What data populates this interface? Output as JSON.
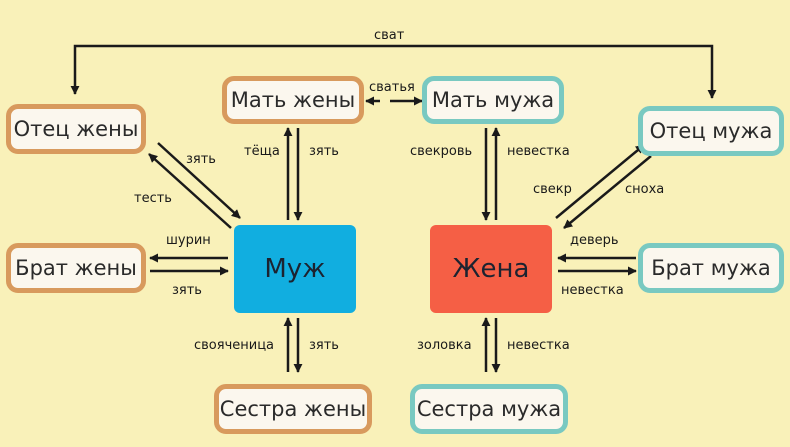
{
  "colors": {
    "background": "#f9f1b9",
    "wife_side_border": "#d89a5d",
    "husband_side_border": "#79c9c1",
    "husband_fill": "#11aee0",
    "wife_fill": "#f55f45",
    "arrow": "#1a1a1a"
  },
  "nodes": {
    "mat_zheny": "Мать жены",
    "mat_muzha": "Мать мужа",
    "otec_zheny": "Отец жены",
    "otec_muzha": "Отец мужа",
    "brat_zheny": "Брат жены",
    "brat_muzha": "Брат мужа",
    "muzh": "Муж",
    "zhena": "Жена",
    "sestra_zheny": "Сестра жены",
    "sestra_muzha": "Сестра мужа"
  },
  "relations": {
    "svat": "сват",
    "svatya": "сватья",
    "tyoshcha": "тёща",
    "zyat_mat": "зять",
    "svekrov": "свекровь",
    "nevestka_mat": "невестка",
    "zyat_otec": "зять",
    "test": "тесть",
    "svekr": "свекр",
    "snokha": "сноха",
    "shurin": "шурин",
    "zyat_brat": "зять",
    "dever": "деверь",
    "nevestka_brat": "невестка",
    "svoyachnitsa": "свояченица",
    "zyat_sestra": "зять",
    "zolovka": "золовка",
    "nevestka_sestra": "невестка"
  }
}
